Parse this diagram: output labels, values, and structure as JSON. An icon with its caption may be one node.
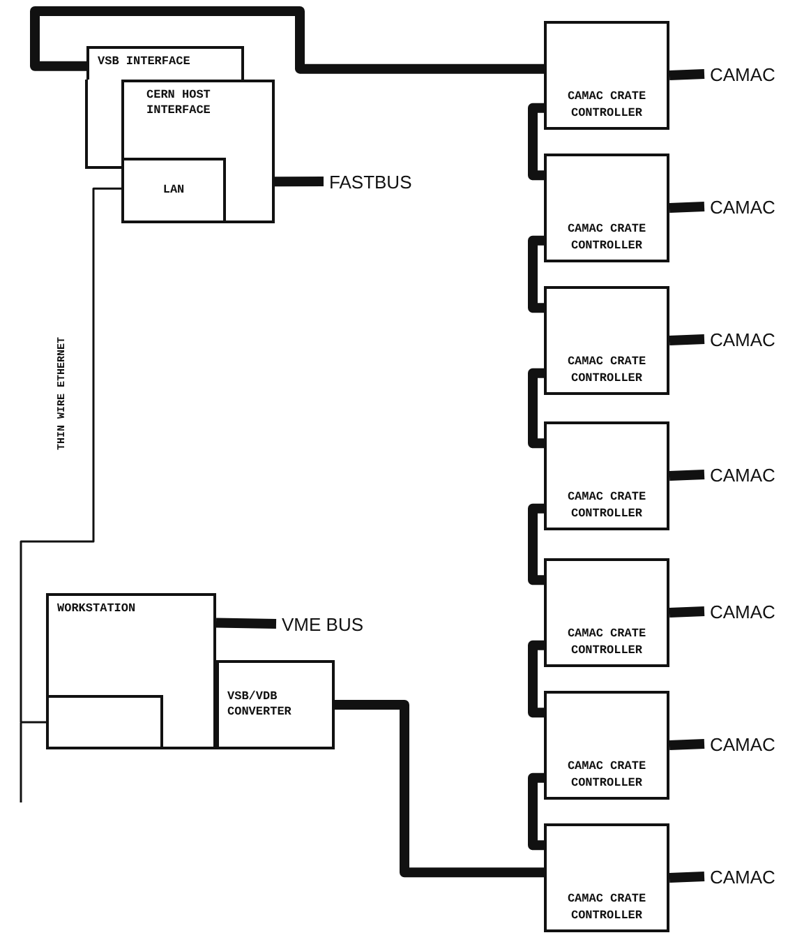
{
  "diagram": {
    "nodes": [
      {
        "text": [
          "VSB INTERFACE"
        ]
      },
      {
        "text": [
          "CERN HOST INTERFACE"
        ]
      },
      {
        "text": [
          "LAN"
        ],
        "in": 1
      },
      {
        "text": [
          "FASTBUS"
        ]
      },
      {
        "text": [
          "CAMAC CRATE CONTROLLER"
        ]
      },
      {
        "text": [
          "CAMAC CRATE CONTROLLER"
        ]
      },
      {
        "text": [
          "CAMAC CRATE CONTROLLER"
        ]
      },
      {
        "text": [
          "CAMAC CRATE CONTROLLER"
        ]
      },
      {
        "text": [
          "CAMAC CRATE CONTROLLER"
        ]
      },
      {
        "text": [
          "CAMAC CRATE CONTROLLER"
        ]
      },
      {
        "text": [
          "CAMAC CRATE CONTROLLER"
        ]
      },
      {
        "text": [
          "CAMAC"
        ]
      },
      {
        "text": [
          "CAMAC"
        ]
      },
      {
        "text": [
          "CAMAC"
        ]
      },
      {
        "text": [
          "CAMAC"
        ]
      },
      {
        "text": [
          "CAMAC"
        ]
      },
      {
        "text": [
          "CAMAC"
        ]
      },
      {
        "text": [
          "CAMAC"
        ]
      },
      {
        "text": [
          "WORKSTATION"
        ]
      },
      {
        "text": [],
        "shape": "box",
        "in": 18
      },
      {
        "text": [
          "VSB/VDB CONVERTER"
        ]
      },
      {
        "text": [
          "VME BUS"
        ]
      }
    ],
    "edges": [
      {
        "from": 0,
        "to": 4,
        "arrow": "none"
      },
      {
        "from": 4,
        "to": 5,
        "arrow": "none"
      },
      {
        "from": 5,
        "to": 6,
        "arrow": "none"
      },
      {
        "from": 6,
        "to": 7,
        "arrow": "none"
      },
      {
        "from": 7,
        "to": 8,
        "arrow": "none"
      },
      {
        "from": 8,
        "to": 9,
        "arrow": "none"
      },
      {
        "from": 9,
        "to": 10,
        "arrow": "none"
      },
      {
        "from": 20,
        "to": 10,
        "arrow": "none"
      },
      {
        "from": 1,
        "to": 3,
        "arrow": "none"
      },
      {
        "from": 4,
        "to": 11,
        "arrow": "none"
      },
      {
        "from": 5,
        "to": 12,
        "arrow": "none"
      },
      {
        "from": 6,
        "to": 13,
        "arrow": "none"
      },
      {
        "from": 7,
        "to": 14,
        "arrow": "none"
      },
      {
        "from": 8,
        "to": 15,
        "arrow": "none"
      },
      {
        "from": 9,
        "to": 16,
        "arrow": "none"
      },
      {
        "from": 10,
        "to": 17,
        "arrow": "none"
      },
      {
        "from": 18,
        "to": 21,
        "arrow": "none"
      },
      {
        "from": 2,
        "to": 19,
        "arrow": "none",
        "label": "THIN WIRE ETHERNET"
      }
    ]
  }
}
